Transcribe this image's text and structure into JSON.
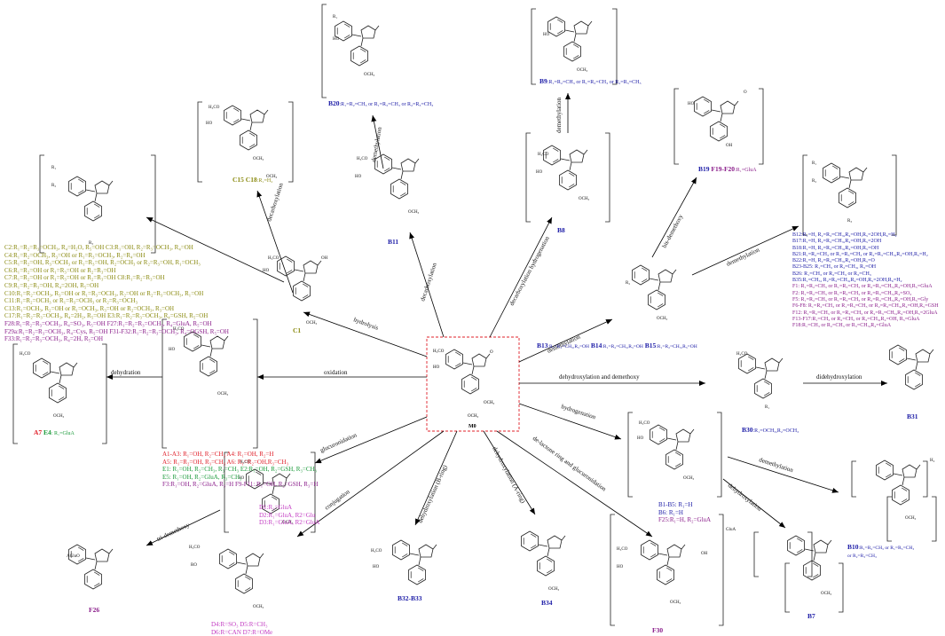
{
  "center": {
    "label": "M0"
  },
  "reactions": {
    "demethylation_top": "demethylation",
    "decarboxylation": "decarboxylation",
    "decarboxylation_B11": "decarboxylation",
    "demethylation_B9": "demethylation",
    "decarboxylation_hydrogenation": "decarboxylation hydrogenation",
    "bis_demethoxy": "bis-demethoxy",
    "demethylation_right": "demethylation",
    "demethylation_B13": "demethylation",
    "hydrolysis": "hydrolysis",
    "oxidation": "oxidation",
    "dehydration": "dehydration",
    "dehydroxylation_demethoxy": "dehydroxylation and demethoxy",
    "didehydroxylation": "didehydroxylation",
    "hydrogenation": "hydrogenation",
    "demethylation_B10": "demethylation",
    "dehydroxylation": "dehydroxylation",
    "glucuronidation": "glucuronidation",
    "conjugation": "conjugation",
    "tri_demethoxy": "tri-demethoxy",
    "dehydroxylation_B_ring": "dehydroxylation (B-ring)",
    "dehydroxylation_A_ring": "dehydroxylation (A-ring)",
    "delactone_glucuronidation": "de-lactone ring and glucuronidation"
  },
  "compounds": {
    "B20": {
      "id": "B20",
      "desc": ":R₁=R₂=CH₃ or R₁=R₃=CH₃ or R₂=R₃=CH₃"
    },
    "B9": {
      "id": "B9",
      "desc": ":R₁=R₂=CH₃ or R₁=R₃=CH₃ or R₂=R₃=CH₃"
    },
    "C15": {
      "id": "C15",
      "desc": "C18",
      "desc2": ":R₁=H₂"
    },
    "B11": {
      "id": "B11"
    },
    "B8": {
      "id": "B8"
    },
    "B19": {
      "id": "B19",
      "desc": "F19-F20",
      "desc2": ":R₁=GluA"
    },
    "C1": {
      "id": "C1"
    },
    "A7": {
      "id": "A7",
      "desc": "E4",
      "desc2": ": R₁=GluA"
    },
    "B13": {
      "id": "B13",
      "desc": ":R₁=R₂=CH₃,R₃=OH",
      "b14": "B14",
      "b14d": ":R₁=R₂=CH₃,R₃=OH",
      "b15": "B15",
      "b15d": ":R₁=R₂=CH₃,R₃=OH"
    },
    "B30": {
      "id": "B30",
      "desc": ":R₁=OCH₃,R₂=OCH₃"
    },
    "B31": {
      "id": "B31"
    },
    "B7": {
      "id": "B7"
    },
    "B10": {
      "id": "B10",
      "desc": ":R₁=R₂=CH₃ or R₁=R₃=CH₃",
      "desc2": "or R₂=R₃=CH₃"
    },
    "F26": {
      "id": "F26"
    },
    "B32B33": {
      "id": "B32-B33"
    },
    "B34": {
      "id": "B34"
    },
    "F30": {
      "id": "F30"
    },
    "M0": {
      "id": "M0"
    }
  },
  "lists": {
    "c_list": [
      {
        "text": "C2:R₁=R₂=R₃=OCH₃, R₄=H₂O, R₅=OH  C3:R₁=OH, R₂=R₃=OCH₃, R₄=OH",
        "cls": "c-olive"
      },
      {
        "text": "C4:R₁=R₂=OCH₃, R₃=OH or R₁=R₃=OCH₃, R₂=R₄=OH",
        "cls": "c-olive"
      },
      {
        "text": "C5:R₁=R₂=OH, R₃=OCH₃ or R₁=R₃=OH, R₂=OCH₃ or R₂=R₃=OH, R₁=OCH₃",
        "cls": "c-olive"
      },
      {
        "text": "C6:R₁=R₂=OH or R₁=R₃=OH or R₂=R₃=OH",
        "cls": "c-olive"
      },
      {
        "text": "C7:R₁=R₂=OH or R₁=R₃=OH or R₂=R₃=OH  C8:R₁=R₂=R₃=OH",
        "cls": "c-olive"
      },
      {
        "text": "C9:R₁=R₂=R₃=OH, R₄=2OH, R₅=OH",
        "cls": "c-olive"
      },
      {
        "text": "C10:R₁=R₂=OCH₃, R₃=OH or R₁=R₃=OCH₃, R₂=OH or R₂=R₃=OCH₃, R₁=OH",
        "cls": "c-olive"
      },
      {
        "text": "C11:R₁=R₂=OCH₃ or R₁=R₃=OCH₃ or R₂=R₃=OCH₃",
        "cls": "c-olive"
      },
      {
        "text": "C13:R₁=OCH₃, R₂=OH or R₁=OCH₃, R₃=OH or R₂=OCH₃, R₃=OH",
        "cls": "c-olive"
      },
      {
        "text": "C17:R₁=R₂=R₃=OCH₃, R₄=2H₂, R₅=OH  E3:R₁=R₂=R₃=OCH₃, R₄=GSH, R₅=OH",
        "cls": "c-olive"
      },
      {
        "text": "F28:R₁=R₂=R₃=OCH₃, R₄=SO₃, R₅=OH  F27:R₁=R₂=R₃=OCH₃, R₄=GluA, R₅=OH",
        "cls": "c-purple"
      },
      {
        "text": "F29a:R₁=R₂=R₃=OCH₃, R₄=Cys, R₅=OH  F31-F32:R₁=R₂=R₃=OCH₃, R₄=OGSH, R₅=OH",
        "cls": "c-purple"
      },
      {
        "text": "F33:R₁=R₂=R₃=OCH₃, R₄=2H, R₅=OH",
        "cls": "c-purple"
      }
    ],
    "a_list": [
      {
        "text": "A1-A3: R₁=OH, R₂=CH₃  A4: R₁=OH, R₂=H",
        "cls": "c-red"
      },
      {
        "text": "A5: R₁=R₂=OH, R₃=CH₃  A6: R₁=R₂=OH,R₃=CH₃",
        "cls": "c-red"
      },
      {
        "text": "E1: R₁=OH, R₂=CH₃, R₃=CH₃  E2:R₁=OH, R₂=GSH, R₃=CH₃",
        "cls": "c-green"
      },
      {
        "text": "E5: R₁=OH, R₂=GluA, R₃=CH₃",
        "cls": "c-green"
      },
      {
        "text": "F3:R₁=OH, R₂=GluA, R₃=H   F9-F11: R₁=OH, R₂=GSH, R₃=H",
        "cls": "c-purple"
      }
    ],
    "d_list": [
      {
        "text": "D1:R₁=GluA",
        "cls": "c-magenta"
      },
      {
        "text": "D2:R₁=GluA, R2=Glu",
        "cls": "c-magenta"
      },
      {
        "text": "D3:R₁=GluA, R2=GluA",
        "cls": "c-magenta"
      }
    ],
    "b_list_left": [
      {
        "text": "B1-B5: R₁=H",
        "cls": "c-blue"
      },
      {
        "text": "B6: R₁=H",
        "cls": "c-blue"
      },
      {
        "text": "F25:R₁=H, R₂=GluA",
        "cls": "c-purple"
      }
    ],
    "d_conj": [
      {
        "text": "D4:R=SO₃  D5:R=CH₃",
        "cls": "c-magenta"
      },
      {
        "text": "D6:R=CAN  D7:R=OMe",
        "cls": "c-magenta"
      }
    ],
    "b_right": [
      {
        "text": "B12:R₁=H, R₂=R₃=CH₃,R₄=OH,R₅=2OH,R₆=H₂",
        "cls": "c-blue"
      },
      {
        "text": "B17:R₁=H, R₂=R₃=CH₃,R₄=OH,R₅=2OH",
        "cls": "c-blue"
      },
      {
        "text": "B18:R₁=H, R₂=R₃=CH₃,R₄=OH,R₅=OH",
        "cls": "c-blue"
      },
      {
        "text": "B21:R₁=R₂=CH₃ or R₁=R₃=CH₃ or R₂=R₃=CH₃,R₄=OH,R₅=H₂",
        "cls": "c-blue"
      },
      {
        "text": "B22:R₁=H, R₂=R₃=CH₃,R₄=OH,R₅=O",
        "cls": "c-blue"
      },
      {
        "text": "B23-B25: R₁=CH₃ or R₂=CH₃, R₃=OH",
        "cls": "c-blue"
      },
      {
        "text": "B26: R₁=CH₃ or R₂=CH₃ or R₃=CH₃",
        "cls": "c-blue"
      },
      {
        "text": "B35:R₁=CH₃, R₂=R₃=CH₃,R₄=OH,R₅=2OH,R₆=H₂",
        "cls": "c-blue"
      },
      {
        "text": "F1: R₁=R₂=CH₃ or R₁=R₃=CH₃ or R₂=R₃=CH₃,R₄=OH,R₅=GluA",
        "cls": "c-purple"
      },
      {
        "text": "F2: R₁=R₂=CH₃ or R₁=R₃=CH₃ or R₂=R₃=CH₃,R₄=SO₃",
        "cls": "c-purple"
      },
      {
        "text": "F5: R₁=R₂=CH₃ or R₁=R₃=CH₃ or R₂=R₃=CH₃,R₄=OH,R₅=Gly",
        "cls": "c-purple"
      },
      {
        "text": "F6-F8: R₁=R₂=CH₃ or R₁=R₃=CH₃ or R₂=R₃=CH₃,R₄=OH,R₅=GSH",
        "cls": "c-purple"
      },
      {
        "text": "F12: R₁=R₂=CH₃ or R₁=R₃=CH₃ or R₂=R₃=CH₃,R₄=OH,R₅=2GluA",
        "cls": "c-purple"
      },
      {
        "text": "F13-F17:R₁=CH₃ or R₂=CH₃ or R₃=CH₃,R₄=OH, R₅=GluA",
        "cls": "c-purple"
      },
      {
        "text": "F18:R₁=CH₃ or R₂=CH₃ or R₃=CH₃,R₄=GluA",
        "cls": "c-purple"
      }
    ]
  },
  "atoms": {
    "h3co": "H₃CO",
    "ho": "HO",
    "och3": "OCH₃",
    "oh": "OH",
    "o": "O",
    "r1": "R₁",
    "r2": "R₂",
    "r3": "R₃",
    "aglo": "AGluO",
    "ro": "RO",
    "glua": "GluA",
    "h2": "H₂"
  }
}
